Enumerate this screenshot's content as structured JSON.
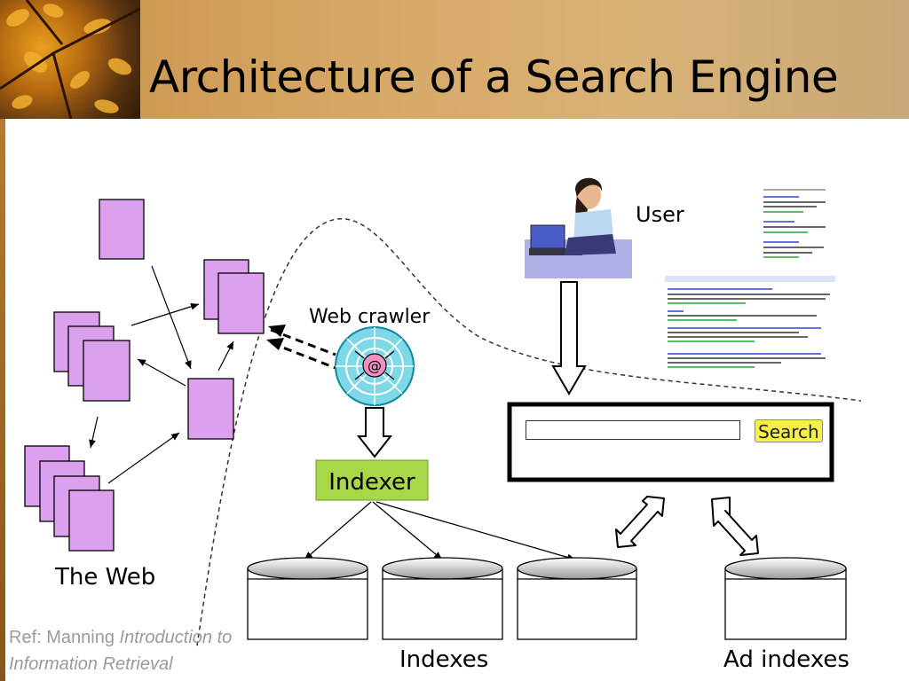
{
  "title": "Architecture of a Search Engine",
  "labels": {
    "user": "User",
    "web_crawler": "Web crawler",
    "indexer": "Indexer",
    "the_web": "The Web",
    "indexes": "Indexes",
    "ad_indexes": "Ad indexes"
  },
  "search_box": {
    "button_label": "Search",
    "input_value": ""
  },
  "reference": {
    "prefix": "Ref: Manning ",
    "book_line1": "Introduction  to",
    "book_line2": "Information Retrieval"
  },
  "colors": {
    "page_box": "#dda0ee",
    "indexer_box": "#a8d84a",
    "search_button": "#f5ef4a",
    "title_band": "#d6a866"
  }
}
